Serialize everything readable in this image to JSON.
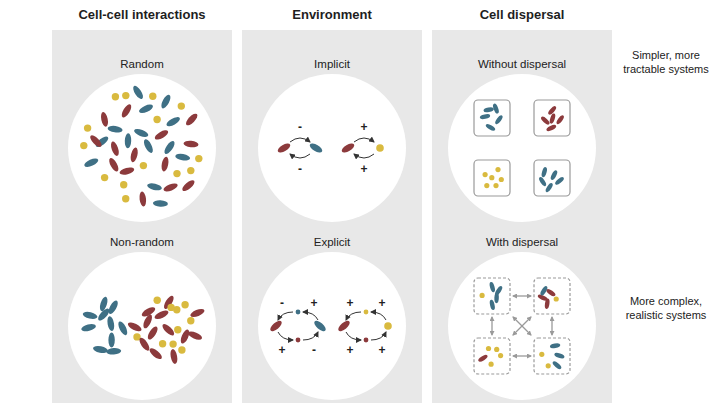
{
  "diagram": {
    "nodes": [
      {
        "text": [
          "Cell-cell interactions"
        ]
      },
      {
        "text": [
          "Random"
        ],
        "in": 0
      },
      {
        "text": [
          "Non-random"
        ],
        "in": 0
      },
      {
        "text": [
          "Environment"
        ]
      },
      {
        "text": [
          "Implicit"
        ],
        "in": 3
      },
      {
        "text": [
          "Explicit"
        ],
        "in": 3
      },
      {
        "text": [
          "Cell dispersal"
        ]
      },
      {
        "text": [
          "Without dispersal"
        ],
        "in": 6
      },
      {
        "text": [
          "With dispersal"
        ],
        "in": 6
      }
    ],
    "labels": [
      "Simpler, more tractable systems",
      "More complex, realistic systems",
      "-",
      "-",
      "+",
      "+",
      "-",
      "+",
      "+",
      "-",
      "+",
      "+",
      "+",
      "+"
    ]
  }
}
